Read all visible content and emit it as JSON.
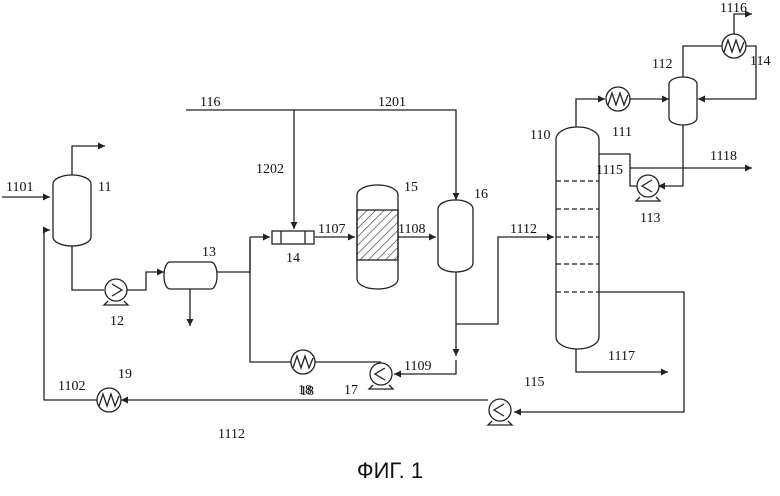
{
  "labels": {
    "l1116": "1116",
    "l114": "114",
    "l112": "112",
    "l111": "111",
    "l110": "110",
    "l1118": "1118",
    "l1115": "1115",
    "l113": "113",
    "l116": "116",
    "l1201": "1201",
    "l1202": "1202",
    "l15": "15",
    "l16": "16",
    "l1107": "1107",
    "l1108": "1108",
    "l1112a": "1112",
    "l1101": "1101",
    "l11": "11",
    "l13": "13",
    "l14": "14",
    "l12": "12",
    "l18": "18",
    "l1109": "1109",
    "l17": "17",
    "l1117": "1117",
    "l1102": "1102",
    "l19": "19",
    "l18b": "18",
    "l115": "115",
    "l1112b": "1112"
  },
  "caption": "ФИГ. 1",
  "colors": {
    "line": "#222222",
    "background": "#ffffff"
  }
}
